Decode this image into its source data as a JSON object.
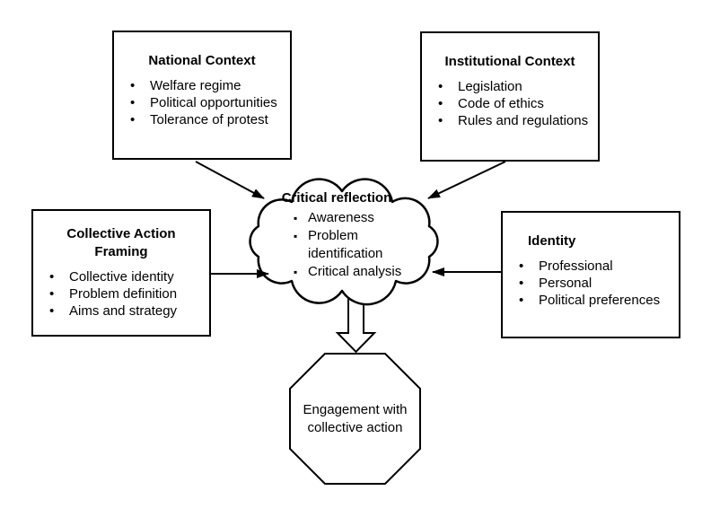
{
  "diagram": {
    "boxes": [
      {
        "id": "national-context",
        "title": "National Context",
        "items": [
          "Welfare regime",
          "Political opportunities",
          "Tolerance of protest"
        ]
      },
      {
        "id": "institutional-context",
        "title": "Institutional Context",
        "items": [
          "Legislation",
          "Code of ethics",
          "Rules and regulations"
        ]
      },
      {
        "id": "collective-action-framing",
        "title": "Collective Action Framing",
        "items": [
          "Collective identity",
          "Problem definition",
          "Aims and strategy"
        ]
      },
      {
        "id": "identity",
        "title": "Identity",
        "items": [
          "Professional",
          "Personal",
          "Political preferences"
        ]
      }
    ],
    "cloud": {
      "title": "Critical reflection",
      "items": [
        "Awareness",
        "Problem identification",
        "Critical analysis"
      ]
    },
    "octagon": {
      "label": "Engagement with collective action"
    },
    "colors": {
      "stroke": "#000000",
      "shape_fill": "#ffffff",
      "background": "#ffffff",
      "text": "#000000"
    }
  }
}
